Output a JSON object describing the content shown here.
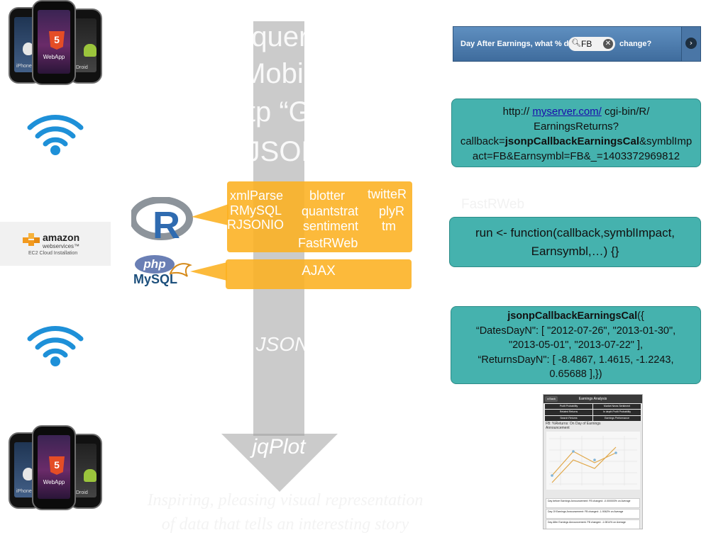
{
  "flow_labels": {
    "jquery": "jquery",
    "mobile": "Mobile",
    "http_get": "http “Get”",
    "json": "JSON",
    "json_return": "JSON",
    "jqplot": "jqPlot"
  },
  "bottom_caption": {
    "line1": "Inspiring, pleasing visual representation",
    "line2": "of data that tells an interesting story"
  },
  "phones": {
    "html5_badge": "5",
    "webapp_label": "WebApp",
    "left_label": "iPhone",
    "right_label": "Droid"
  },
  "r_packages": [
    [
      "xmlParse",
      "blotter",
      "twitteR"
    ],
    [
      "RMySQL",
      "quantstrat",
      "plyR"
    ],
    [
      "RJSONIO",
      "sentiment",
      "tm"
    ],
    [
      "",
      "FastRWeb",
      ""
    ]
  ],
  "php_label": "AJAX",
  "logos": {
    "r": "R",
    "php": "php",
    "mysql": "MySQL",
    "amazon_main": "amazon",
    "amazon_sub": "webservices™",
    "amazon_caption": "EC2 Cloud Installation"
  },
  "search_bar": {
    "prefix": "Day After Earnings, what % did",
    "symbol": "FB",
    "suffix": "change?",
    "search_icon": "search-icon",
    "clear_icon": "clear-icon",
    "go_icon": "go-arrow-icon"
  },
  "request_box": {
    "line1_prefix": "http://",
    "line1_link": "myserver.com/",
    "line1_suffix": " cgi-bin/R/",
    "line2": "EarningsReturns?",
    "line3_prefix": "callback=",
    "line3_bold": "jsonpCallbackEarningsCal",
    "line3_suffix": "&symblImp",
    "line4": "act=FB&Earnsymbl=FB&_=1403372969812"
  },
  "faint_label": "FastRWeb",
  "function_box": {
    "line1": "run <- function(callback,symblImpact,",
    "line2": "Earnsymbl,…) {}"
  },
  "json_box": {
    "line1_bold": "jsonpCallbackEarningsCal",
    "line1_suffix": "({",
    "line2": "“DatesDayN\": [ \"2012-07-26\", \"2013-01-30\",",
    "line3": "\"2013-05-01\", \"2013-07-22\" ],",
    "line4": "“ReturnsDayN\": [ -8.4867, 1.4615, -1.2243,",
    "line5": "0.65688 ],})"
  },
  "mini_app": {
    "back": "◂ Back",
    "title": "Earnings Analysis",
    "buttons": [
      "Profit Probability",
      "Market News Sentiment",
      "Related Returns",
      "In depth Profit Probability",
      "Search Returns",
      "Earnings Performance"
    ],
    "chart_title": "FB: %Returns: On Day of Earnings Announcement",
    "rows": [
      "Day before Earnings Announcement: FB changed: -0.000003% on Average",
      "Day Of Earnings Announcement: FB changed: -1.9062% on Average",
      "Day After Earnings Announcement: FB changed: -1.0814% on Average"
    ]
  },
  "colors": {
    "orange": "#fcb020",
    "teal": "#45b2ae",
    "arrow_gray": "#a0a0a0",
    "bar_blue": "#4f7fb0",
    "link_blue": "#1a0dab"
  }
}
